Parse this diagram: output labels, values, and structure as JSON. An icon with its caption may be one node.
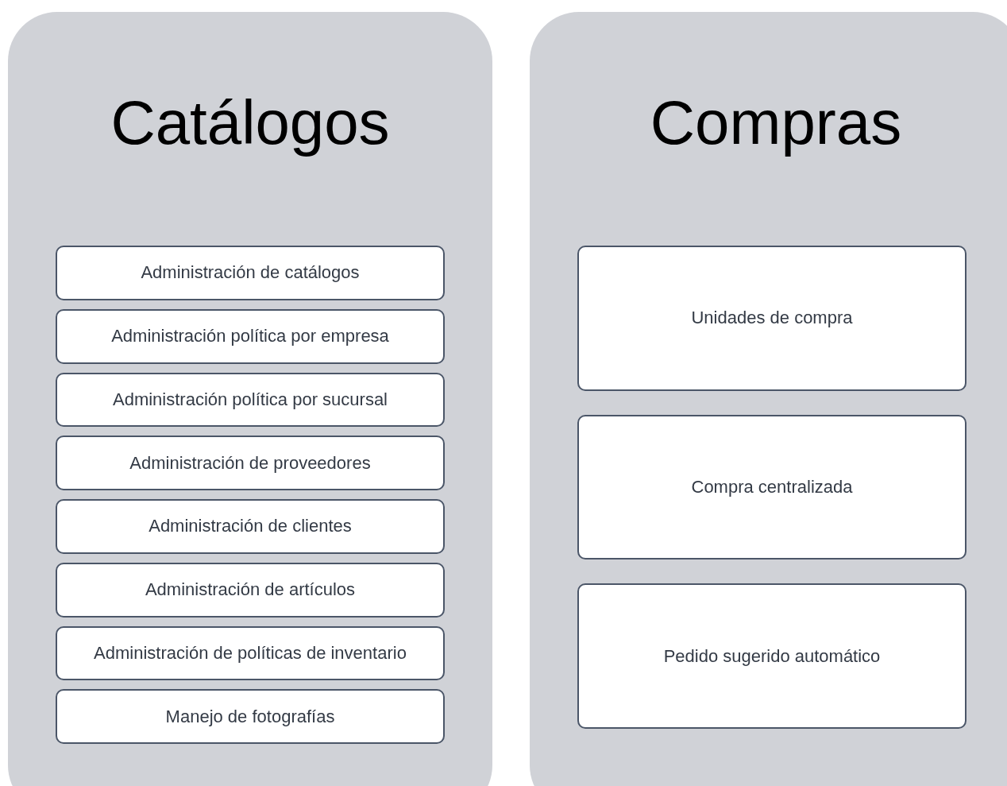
{
  "diagram": {
    "nodes": [
      {
        "text": [
          "Catálogos"
        ]
      },
      {
        "text": [
          "Administración de catálogos"
        ],
        "in": 0
      },
      {
        "text": [
          "Administración política por empresa"
        ],
        "in": 0
      },
      {
        "text": [
          "Administración política por sucursal"
        ],
        "in": 0
      },
      {
        "text": [
          "Administración de proveedores"
        ],
        "in": 0
      },
      {
        "text": [
          "Administración de clientes"
        ],
        "in": 0
      },
      {
        "text": [
          "Administración de artículos"
        ],
        "in": 0
      },
      {
        "text": [
          "Administración de políticas de inventario"
        ],
        "in": 0
      },
      {
        "text": [
          "Manejo de fotografías"
        ],
        "in": 0
      },
      {
        "text": [
          "Compras"
        ]
      },
      {
        "text": [
          "Unidades de compra"
        ],
        "in": 9
      },
      {
        "text": [
          "Compra centralizada"
        ],
        "in": 9
      },
      {
        "text": [
          "Pedido sugerido automático"
        ],
        "in": 9
      }
    ]
  }
}
